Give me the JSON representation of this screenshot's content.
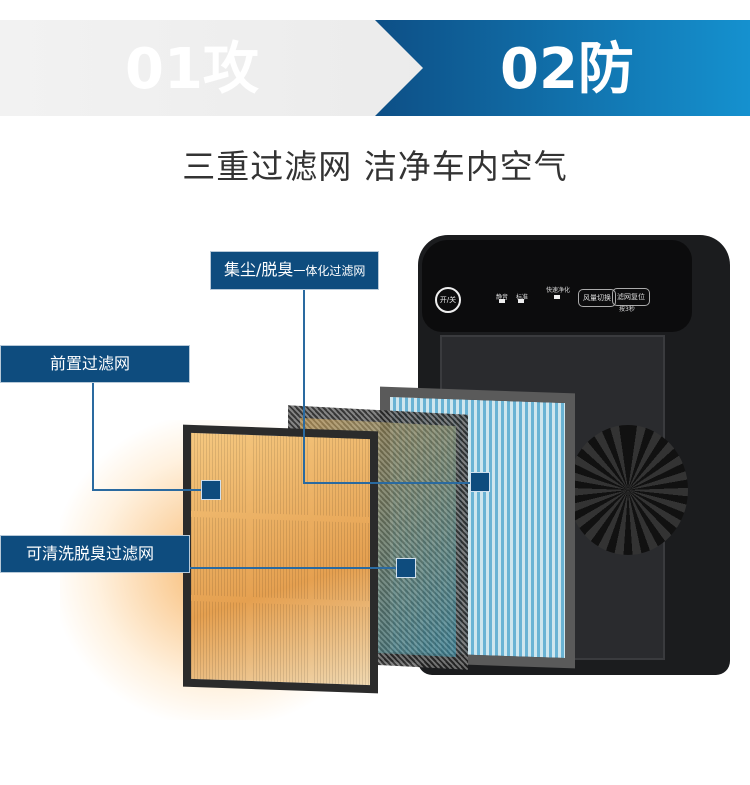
{
  "tabs": [
    {
      "label": "01攻",
      "active": false
    },
    {
      "label": "02防",
      "active": true
    }
  ],
  "subtitle": "三重过滤网 洁净车内空气",
  "callouts": {
    "top": {
      "main": "集尘/脱臭",
      "sub": "一体化过滤网"
    },
    "front": "前置过滤网",
    "washable": "可清洗脱臭过滤网"
  },
  "device_panel": {
    "power": "开/关",
    "mode1": "静音",
    "mode2": "标准",
    "mode3": "快速净化",
    "fan_button": "风量切换",
    "reset_button": "滤网复位",
    "reset_hint": "按3秒"
  },
  "colors": {
    "accent": "#0e4c7e",
    "banner_blue": "#1591cf"
  }
}
